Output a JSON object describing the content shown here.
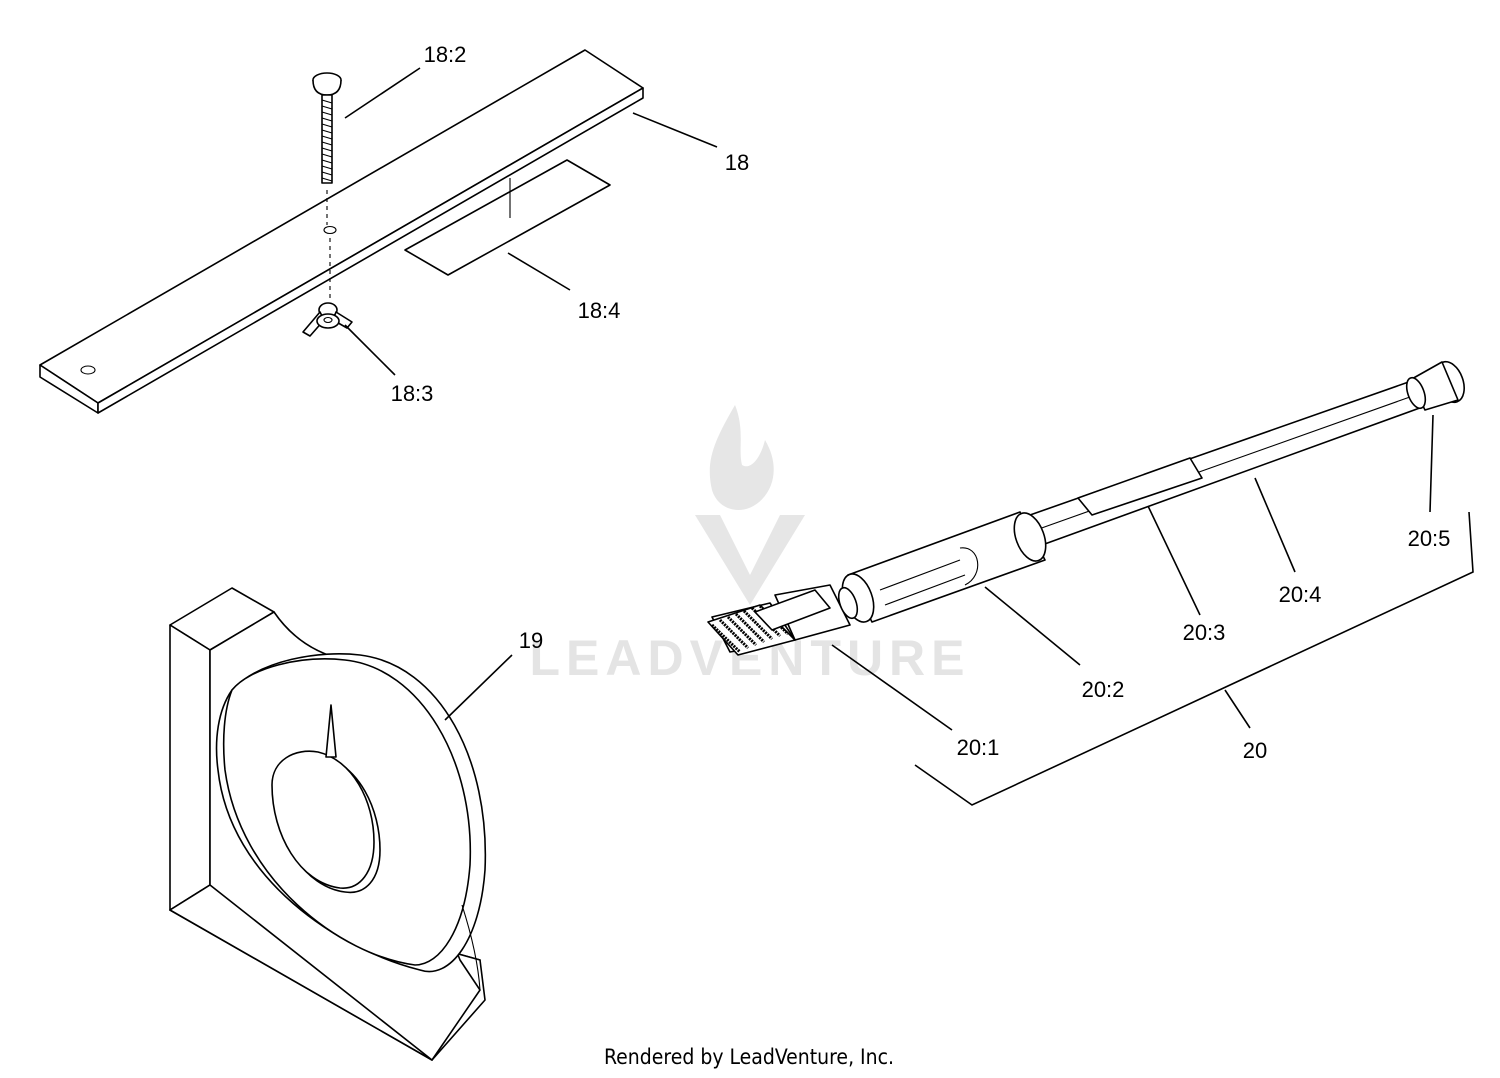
{
  "diagram": {
    "watermark": {
      "text": "LEADVENTURE"
    },
    "callouts": [
      {
        "id": "18",
        "label": "18"
      },
      {
        "id": "18:2",
        "label": "18:2"
      },
      {
        "id": "18:3",
        "label": "18:3"
      },
      {
        "id": "18:4",
        "label": "18:4"
      },
      {
        "id": "19",
        "label": "19"
      },
      {
        "id": "20",
        "label": "20"
      },
      {
        "id": "20:1",
        "label": "20:1"
      },
      {
        "id": "20:2",
        "label": "20:2"
      },
      {
        "id": "20:3",
        "label": "20:3"
      },
      {
        "id": "20:4",
        "label": "20:4"
      },
      {
        "id": "20:5",
        "label": "20:5"
      }
    ],
    "footer": "Rendered by LeadVenture, Inc."
  }
}
